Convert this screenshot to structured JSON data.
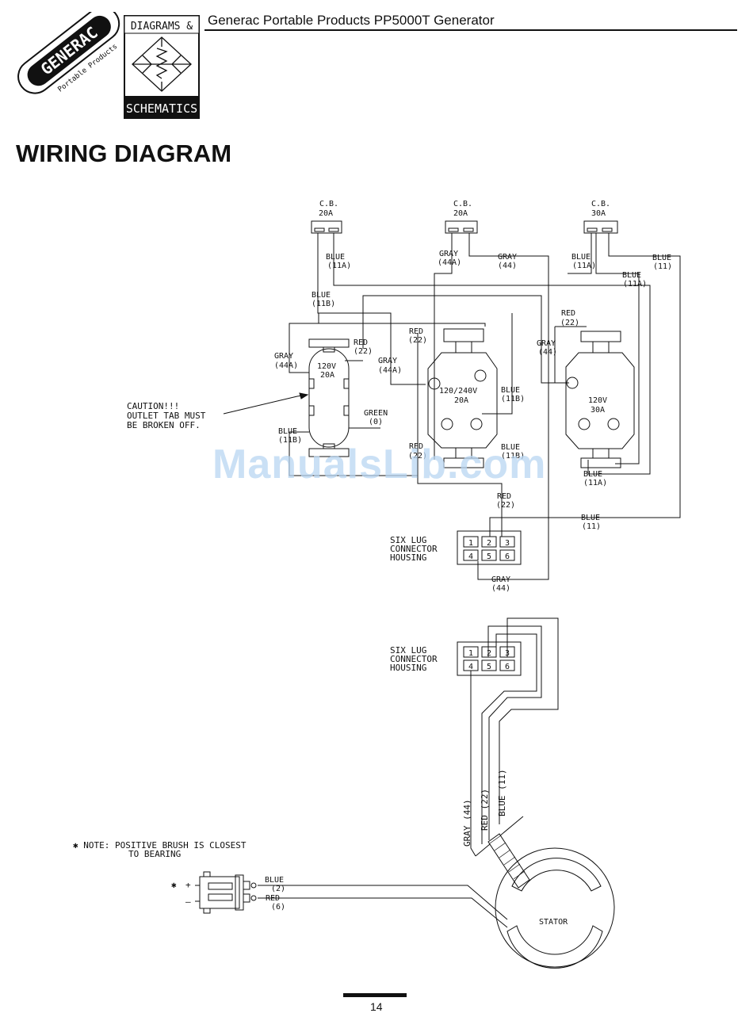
{
  "header": {
    "title": "Generac Portable Products PP5000T Generator",
    "brand_logo_text": "GENERAC",
    "brand_logo_subtext": "Portable Products",
    "badge_top": "DIAGRAMS &",
    "badge_bottom": "SCHEMATICS"
  },
  "page": {
    "heading": "WIRING DIAGRAM",
    "number": "14",
    "watermark": "ManualsLib.com"
  },
  "diagram": {
    "breakers": [
      {
        "label": "C.B.",
        "rating": "20A"
      },
      {
        "label": "C.B.",
        "rating": "20A"
      },
      {
        "label": "C.B.",
        "rating": "30A"
      }
    ],
    "outlets": [
      {
        "rating_v": "120V",
        "rating_a": "20A"
      },
      {
        "rating_v": "120/240V",
        "rating_a": "20A"
      },
      {
        "rating_v": "120V",
        "rating_a": "30A"
      }
    ],
    "wires": {
      "blue_11a": {
        "name": "BLUE",
        "code": "(11A)"
      },
      "blue_11b": {
        "name": "BLUE",
        "code": "(11B)"
      },
      "blue_11": {
        "name": "BLUE",
        "code": "(11)"
      },
      "gray_44a": {
        "name": "GRAY",
        "code": "(44A)"
      },
      "gray_44": {
        "name": "GRAY",
        "code": "(44)"
      },
      "red_22": {
        "name": "RED",
        "code": "(22)"
      },
      "green_0": {
        "name": "GREEN",
        "code": "(0)"
      },
      "blue_2": {
        "name": "BLUE",
        "code": "(2)"
      },
      "red_6": {
        "name": "RED",
        "code": "(6)"
      },
      "rot_gray": "GRAY (44)",
      "rot_red": "RED (22)",
      "rot_blue": "BLUE (11)"
    },
    "caution": [
      "CAUTION!!!",
      "OUTLET TAB MUST",
      "BE BROKEN OFF."
    ],
    "connector": {
      "label": [
        "SIX LUG",
        "CONNECTOR",
        "HOUSING"
      ],
      "lugs": [
        "1",
        "2",
        "3",
        "4",
        "5",
        "6"
      ]
    },
    "note": {
      "line1": "✱ NOTE: POSITIVE BRUSH IS CLOSEST",
      "line2": "TO BEARING"
    },
    "brush": {
      "star": "✱",
      "plus": "+",
      "minus": "–"
    },
    "stator": "STATOR"
  },
  "colors": {
    "ink": "#111111",
    "watermark": "#b9d6f2"
  }
}
